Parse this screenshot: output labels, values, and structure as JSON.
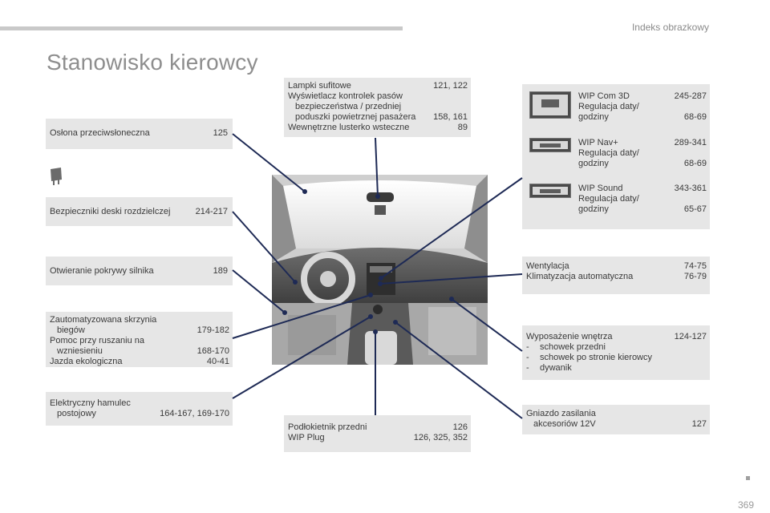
{
  "header": {
    "title": "Indeks obrazkowy"
  },
  "page_title": "Stanowisko kierowcy",
  "page_number": "369",
  "boxes": {
    "oslona": {
      "label": "Osłona przeciwsłoneczna",
      "pages": "125"
    },
    "bezpieczniki": {
      "label": "Bezpieczniki deski rozdzielczej",
      "pages": "214-217"
    },
    "otwieranie": {
      "label": "Otwieranie pokrywy silnika",
      "pages": "189"
    },
    "skrzynia": {
      "l1a": "Zautomatyzowana skrzynia",
      "l1b": "biegów",
      "p1": "179-182",
      "l2a": "Pomoc przy ruszaniu na",
      "l2b": "wzniesieniu",
      "p2": "168-170",
      "l3": "Jazda ekologiczna",
      "p3": "40-41"
    },
    "hamulec": {
      "l1": "Elektryczny hamulec",
      "l2": "postojowy",
      "pages": "164-167, 169-170"
    },
    "lampki": {
      "l1": "Lampki sufitowe",
      "p1": "121, 122",
      "l2a": "Wyświetlacz kontrolek pasów",
      "l2b": "bezpieczeństwa / przedniej",
      "l2c": "poduszki powietrznej pasażera",
      "p2": "158, 161",
      "l3": "Wewnętrzne lusterko wsteczne",
      "p3": "89"
    },
    "wip": [
      {
        "name": "WIP Com 3D",
        "pages": "245-287",
        "sub1": "Regulacja daty/",
        "sub2": "godziny",
        "subpages": "68-69"
      },
      {
        "name": "WIP Nav+",
        "pages": "289-341",
        "sub1": "Regulacja daty/",
        "sub2": "godziny",
        "subpages": "68-69"
      },
      {
        "name": "WIP Sound",
        "pages": "343-361",
        "sub1": "Regulacja daty/",
        "sub2": "godziny",
        "subpages": "65-67"
      }
    ],
    "wentylacja": {
      "l1": "Wentylacja",
      "p1": "74-75",
      "l2": "Klimatyzacja automatyczna",
      "p2": "76-79"
    },
    "wyposazenie": {
      "title": "Wyposażenie wnętrza",
      "pages": "124-127",
      "items": [
        "schowek przedni",
        "schowek po stronie kierowcy",
        "dywanik"
      ]
    },
    "gniazdo": {
      "l1": "Gniazdo zasilania",
      "l2": "akcesoriów 12V",
      "pages": "127"
    },
    "podlokietnik": {
      "l1": "Podłokietnik przedni",
      "p1": "126",
      "l2": "WIP Plug",
      "p2": "126, 325, 352"
    }
  },
  "colors": {
    "box_bg": "#e6e6e6",
    "line": "#1e2a55",
    "title": "#8e8e8e"
  }
}
